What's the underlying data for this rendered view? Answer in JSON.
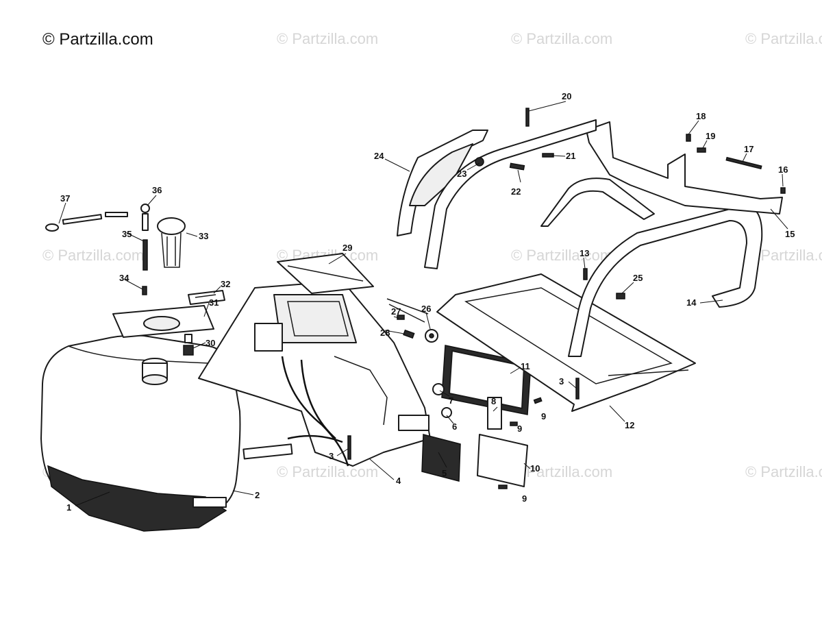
{
  "brand": {
    "text": "© Partzilla.com"
  },
  "watermark": {
    "text": "© Partzilla.com"
  },
  "callouts": {
    "n1": "1",
    "n2": "2",
    "n3": "3",
    "n4": "4",
    "n5": "5",
    "n6": "6",
    "n7": "7",
    "n8": "8",
    "n9": "9",
    "n10": "10",
    "n11": "11",
    "n12": "12",
    "n13": "13",
    "n14": "14",
    "n15": "15",
    "n16": "16",
    "n17": "17",
    "n18": "18",
    "n19": "19",
    "n20": "20",
    "n21": "21",
    "n22": "22",
    "n23": "23",
    "n24": "24",
    "n25": "25",
    "n26": "26",
    "n27": "27",
    "n28": "28",
    "n29": "29",
    "n30": "30",
    "n31": "31",
    "n32": "32",
    "n33": "33",
    "n34": "34",
    "n35": "35",
    "n36": "36",
    "n37": "37"
  }
}
